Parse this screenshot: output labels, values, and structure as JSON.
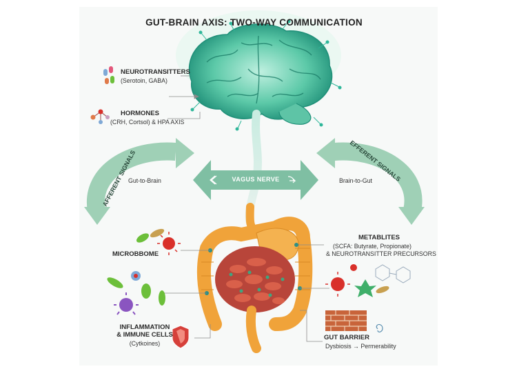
{
  "title": "GUT-BRAIN AXIS: TWO-WAY COMMUNICATION",
  "neurotransmitters": {
    "title": "NEUROTRANSITTERS",
    "detail": "(Serotoin, GABA)"
  },
  "hormones": {
    "title": "HORMONES",
    "detail": "(CRH, Cortsol) & HPA AXIS"
  },
  "afferent": {
    "label": "AFFERENT SIGNALS",
    "direction": "Gut-to-Brain"
  },
  "efferent": {
    "label": "EFFERENT SIGNALS",
    "direction": "Brain-to-Gut"
  },
  "vagus": {
    "label": "VAGUS NERVE"
  },
  "microbiome": {
    "title": "MICROBBOME"
  },
  "metabolites": {
    "title": "METABLITES",
    "detail1": "(SCFA: Butyrate, Propionate)",
    "detail2": "& NEUROTRANSITTER PRECURSORS"
  },
  "inflammation": {
    "title1": "INFLAMMATION",
    "title2": "& IMMUNE CELLS",
    "detail": "(Cytkoines)"
  },
  "gut_barrier": {
    "title": "GUT BARRIER",
    "detail": "Dysbiosis → Permerability"
  },
  "colors": {
    "brain": "#2fb79a",
    "arrow": "#9fd0b6",
    "intestine": "#f0a33a",
    "colon_inner": "#b8453a",
    "bacteria_red": "#d9302a",
    "bacteria_green": "#6cbf3a",
    "bacteria_purple": "#8a55c0",
    "shield": "#d6403a",
    "brick": "#c8643a"
  }
}
